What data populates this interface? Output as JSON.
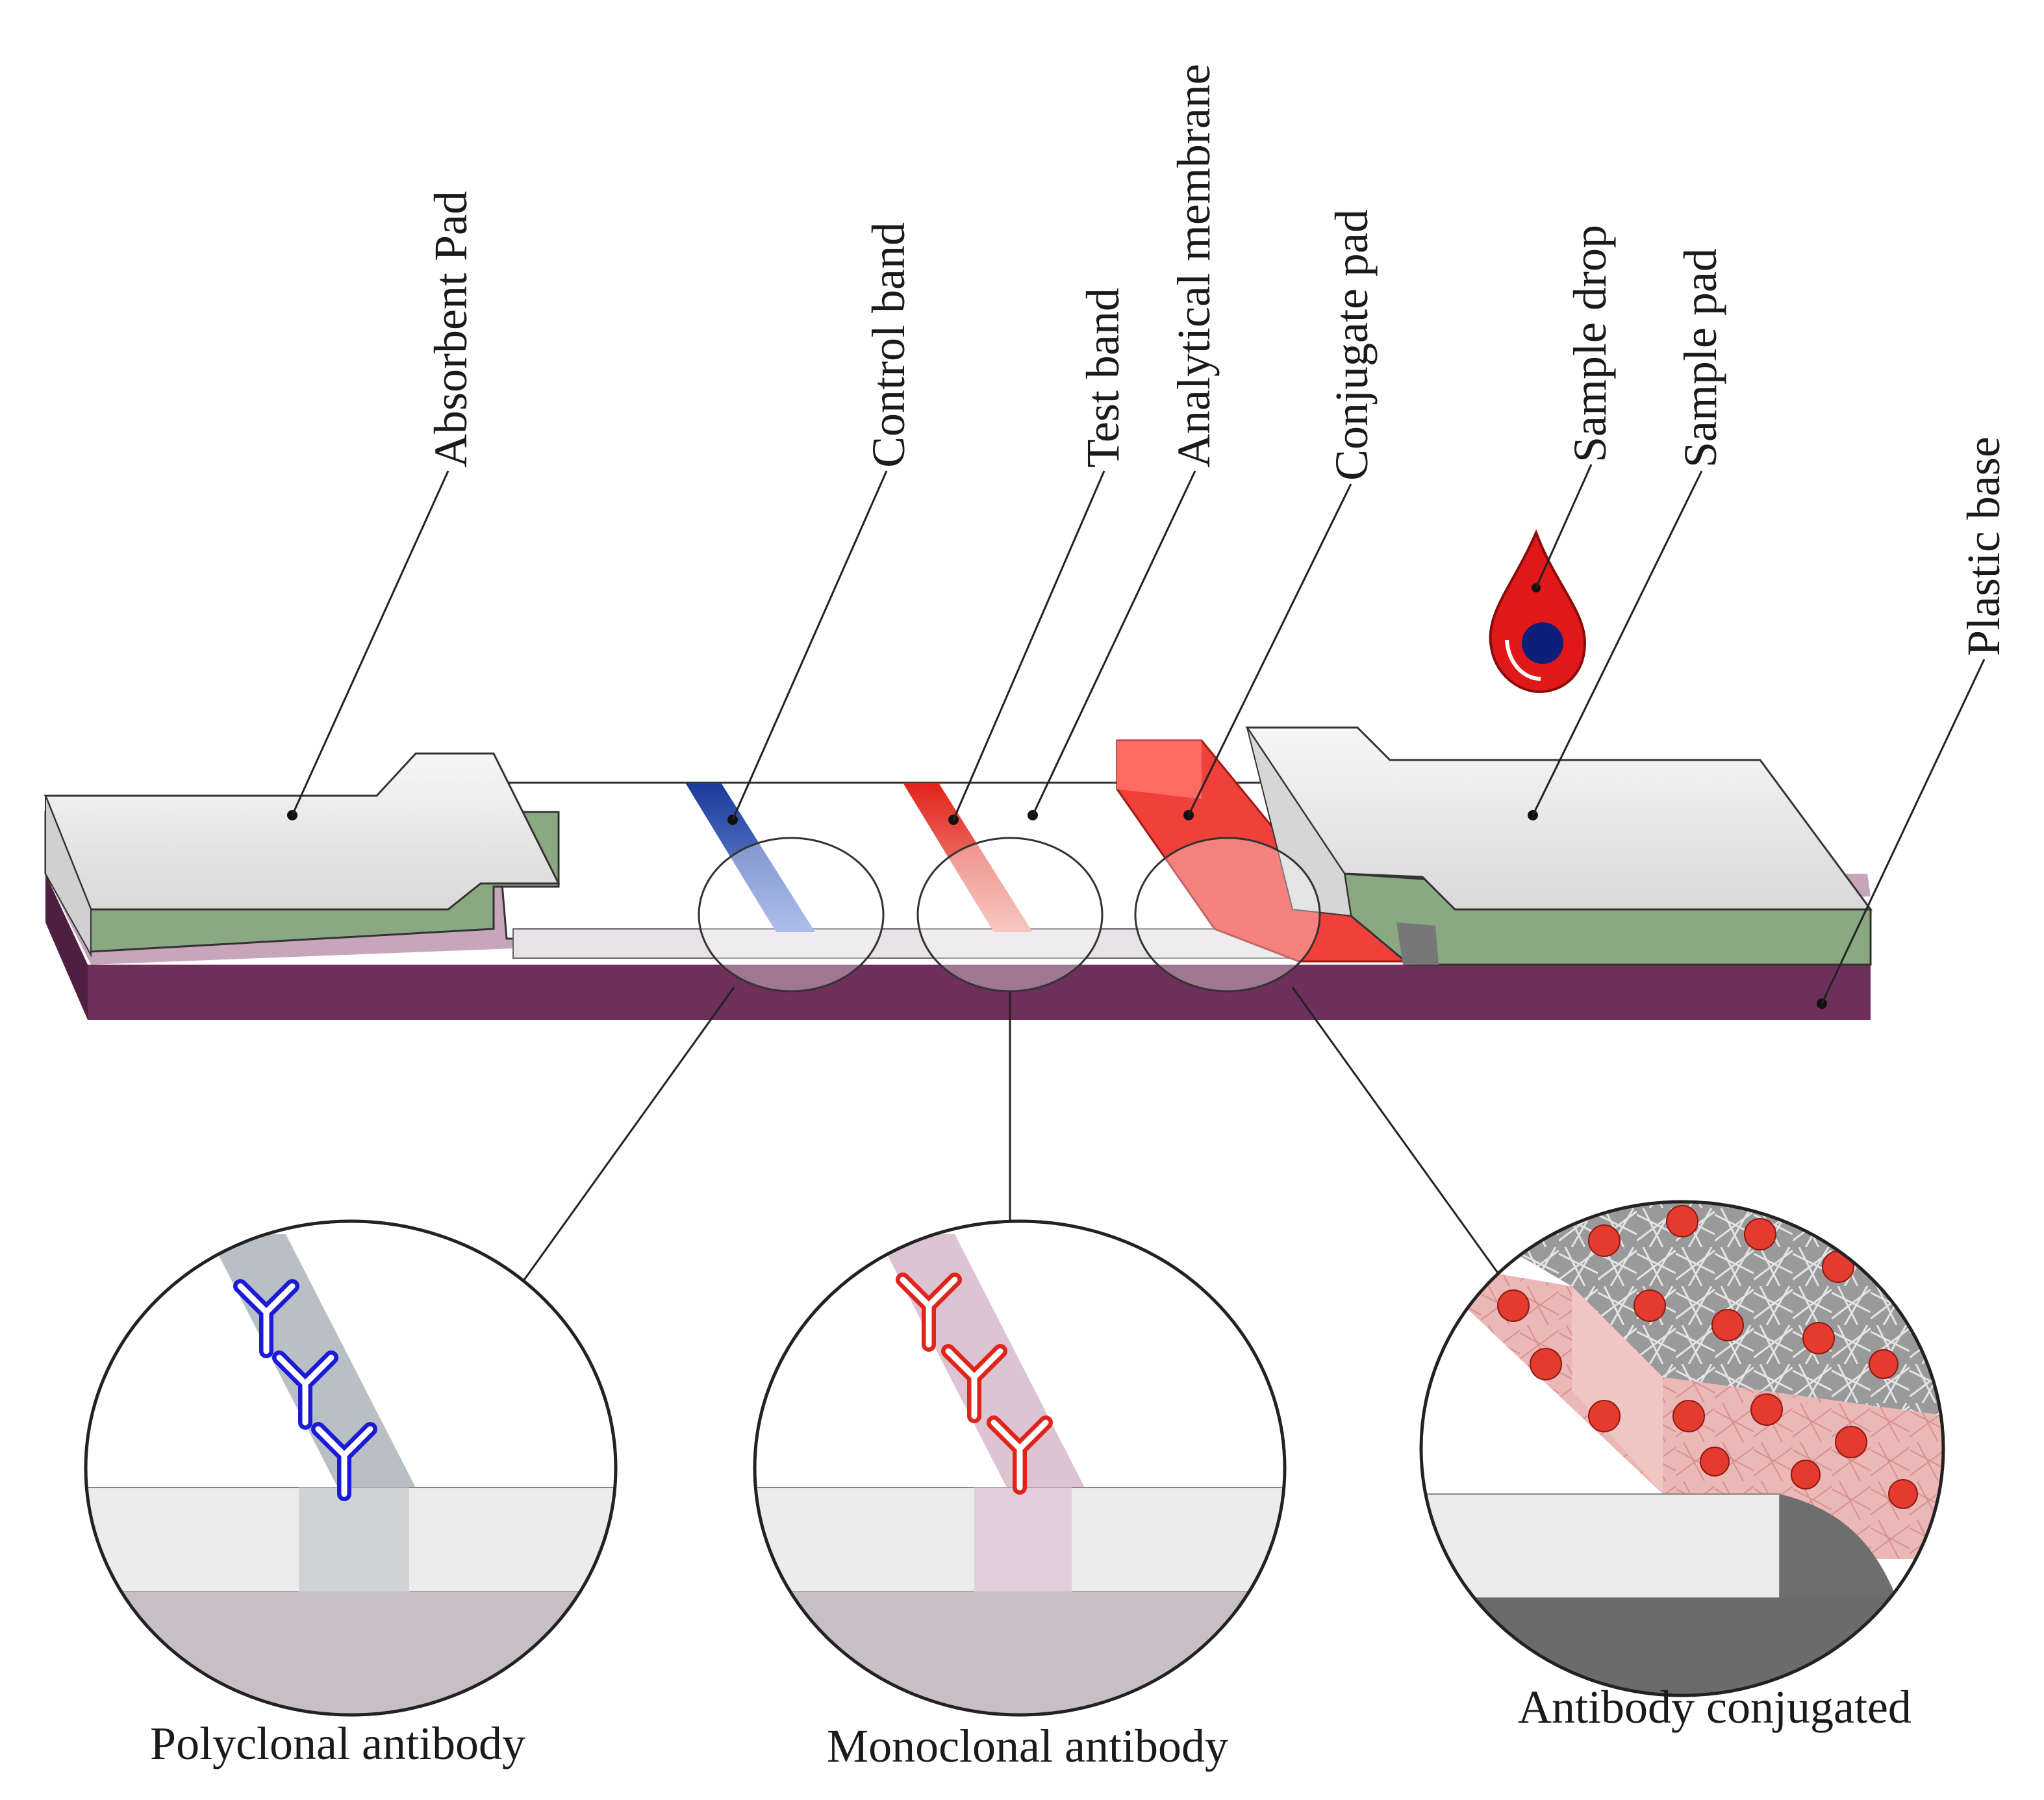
{
  "labels": {
    "absorbent_pad": "Absorbent Pad",
    "control_band": "Control band",
    "test_band": "Test band",
    "analytical_membrane": "Analytical membrane",
    "conjugate_pad": "Conjugate pad",
    "sample_drop": "Sample drop",
    "sample_pad": "Sample pad",
    "plastic_base": "Plastic base"
  },
  "captions": {
    "polyclonal": "Polyclonal antibody",
    "monoclonal": "Monoclonal antibody",
    "conjugated": "Antibody conjugated"
  },
  "colors": {
    "plastic_base": "#6e2f5a",
    "backing_green": "#8aa882",
    "pad_white": "#e8e8e8",
    "control_band": "#1f3e9c",
    "test_band": "#e8261e",
    "conjugate_pad": "#f0403a",
    "sample_drop": "#e01818",
    "drop_core": "#0d1f7a"
  }
}
